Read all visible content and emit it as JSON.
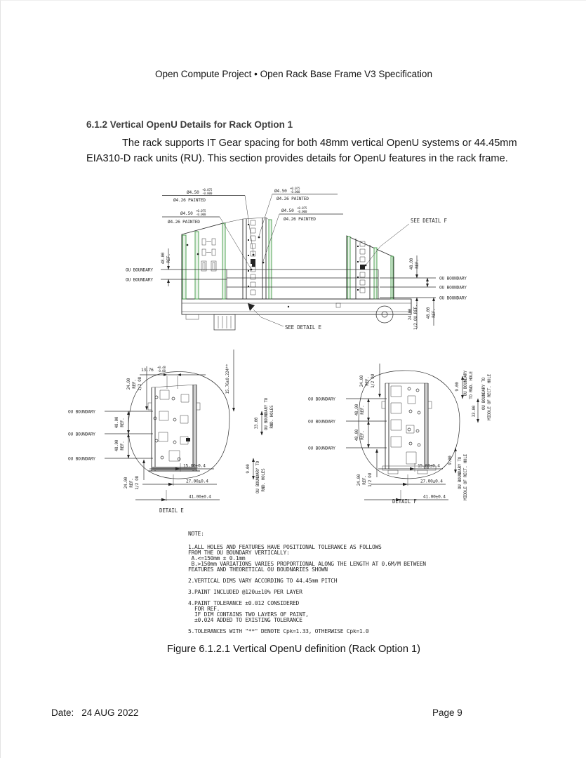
{
  "page": {
    "header": "Open Compute Project • Open Rack Base Frame V3 Specification",
    "section_heading": "6.1.2 Vertical OpenU Details for Rack Option 1",
    "paragraph_line1": "The rack supports IT Gear spacing for both 48mm vertical OpenU systems or 44.45mm",
    "paragraph_line2": "EIA310-D rack units (RU). This section provides details for OpenU features in the rack frame.",
    "figure_caption": "Figure 6.1.2.1 Vertical OpenU definition (Rack Option 1)",
    "footer": {
      "date_label": "Date:",
      "date_value": "24 AUG 2022",
      "page_number": "Page 9"
    }
  },
  "drawing": {
    "colors": {
      "line": "#2b2b2b",
      "green": "#3f9b44",
      "green_fill": "#e7f2e7"
    },
    "callouts": {
      "hole_dia": "Ø4.50",
      "hole_tol_up": "+0.075",
      "hole_tol_dn": "-0.000",
      "hole_painted": "Ø4.26 PAINTED",
      "see_detail_e": "SEE DETAIL  E",
      "see_detail_f": "SEE DETAIL  F"
    },
    "labels": {
      "ou_boundary": "OU BOUNDARY",
      "detail_e": "DETAIL  E",
      "detail_f": "DETAIL  F"
    },
    "dims": {
      "d48": "48.00",
      "ref": "REF.",
      "d24": "24.00",
      "half_ou": "1/2 OU",
      "half_ou_ref": "1/2 OU REF.",
      "d1376": "13.76",
      "d1376_tol_up": "+0.48",
      "d1376_tol_dn": "-0.00",
      "d1576": "15.76±0.224**",
      "d33": "33.00",
      "d9": "9.00",
      "bnd_to": "OU BOUNDARY TO",
      "bnd": "OU BOUNDARY",
      "rnd_holes": "RND. HOLES",
      "to_rnd_hole": "TO RND. HOLE",
      "mid_rect_hole": "MIDDLE OF RECT. HOLE",
      "d15": "15.00±0.4",
      "d27": "27.00±0.4",
      "d41": "41.00±0.4"
    },
    "notes": {
      "title": "NOTE:",
      "lines": [
        "1.ALL HOLES AND FEATURES HAVE POSITIONAL TOLERANCE AS FOLLOWS",
        "FROM THE OU BOUNDARY VERTICALLY:",
        " A.<=150mm ± 0.1mm",
        " B.>150mm VARIATIONS VARIES PROPORTIONAL ALONG THE LENGTH AT 0.6M/M BETWEEN",
        "FEATURES AND THEORETICAL OU BOUDNARIES SHOWN",
        "",
        "2.VERTICAL DIMS VARY ACCORDING TO 44.45mm PITCH",
        "",
        "3.PAINT INCLUDED @120u±10% PER LAYER",
        "",
        "4.PAINT TOLERANCE ±0.012 CONSIDERED",
        "  FOR REF.",
        "  IF DIM CONTAINS TWO LAYERS OF PAINT,",
        "  ±0.024 ADDED TO EXISTING TOLERANCE",
        "",
        "5.TOLERANCES WITH \"**\" DENOTE Cpk=1.33, OTHERWISE Cpk=1.0"
      ]
    }
  }
}
